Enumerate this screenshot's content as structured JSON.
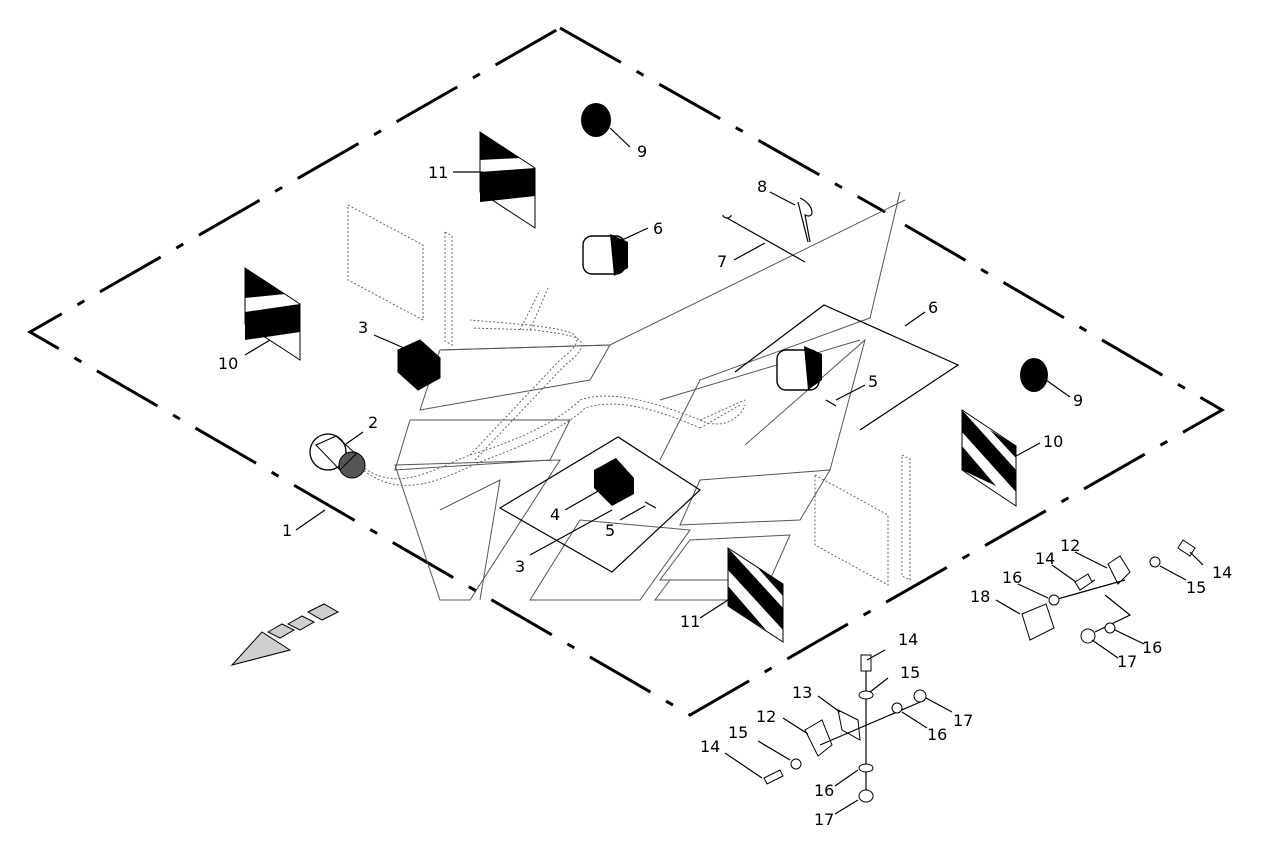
{
  "diagram": {
    "labels": {
      "l1": "1",
      "l2": "2",
      "l3a": "3",
      "l3b": "3",
      "l4": "4",
      "l5a": "5",
      "l5b": "5",
      "l6a": "6",
      "l6b": "6",
      "l7": "7",
      "l8": "8",
      "l9a": "9",
      "l9b": "9",
      "l10a": "10",
      "l10b": "10",
      "l11a": "11",
      "l11b": "11",
      "l12a": "12",
      "l12b": "12",
      "l13": "13",
      "l14a": "14",
      "l14b": "14",
      "l14c": "14",
      "l14d": "14",
      "l15a": "15",
      "l15b": "15",
      "l15c": "15",
      "l16a": "16",
      "l16b": "16",
      "l16c": "16",
      "l16d": "16",
      "l17a": "17",
      "l17b": "17",
      "l17c": "17",
      "l18": "18"
    }
  }
}
